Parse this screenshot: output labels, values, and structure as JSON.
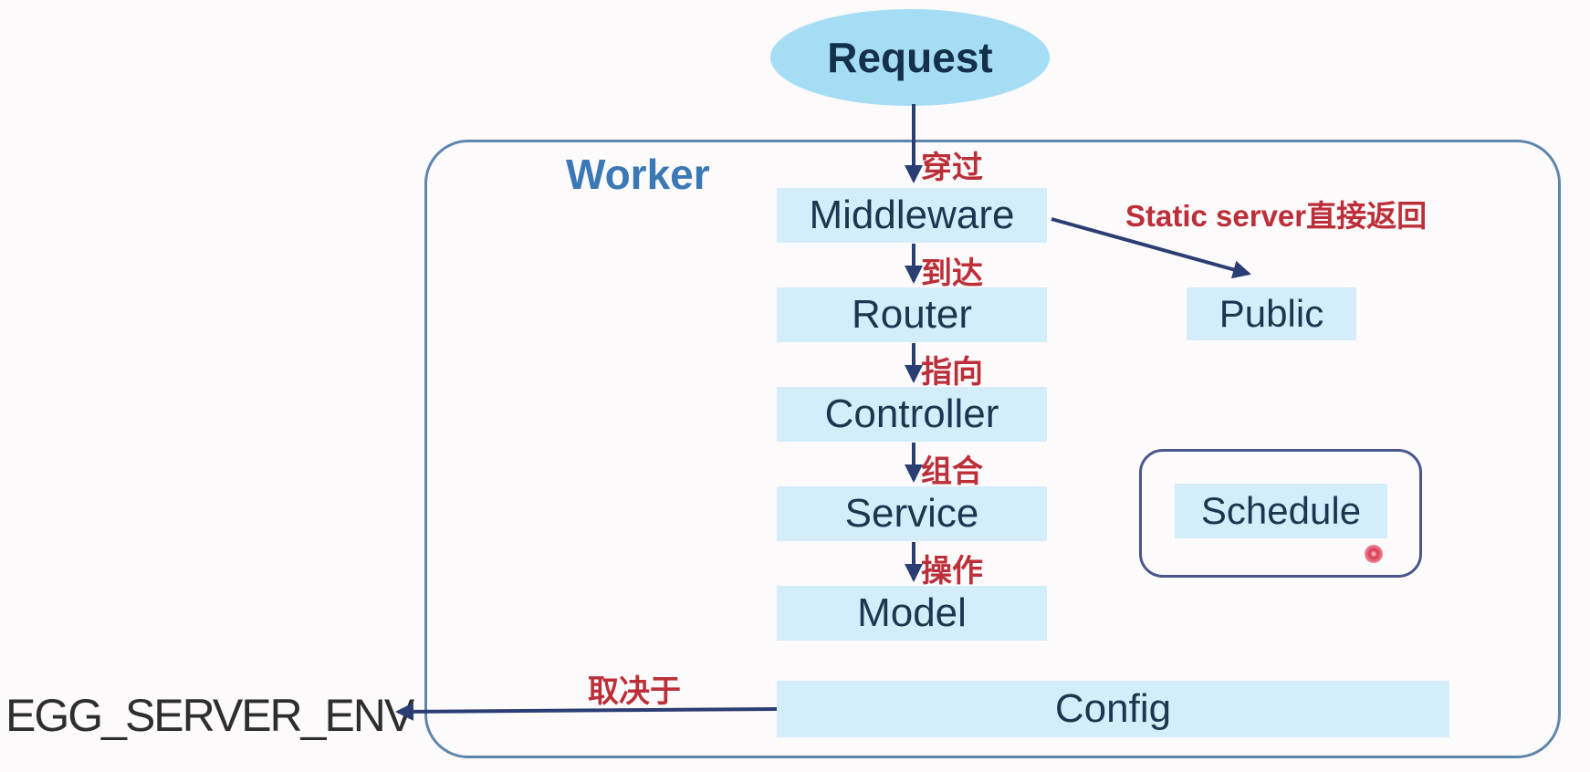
{
  "diagram": {
    "request_label": "Request",
    "worker_label": "Worker",
    "flow": [
      "Middleware",
      "Router",
      "Controller",
      "Service",
      "Model"
    ],
    "edge_labels": {
      "through": "穿过",
      "arrive": "到达",
      "point_to": "指向",
      "compose": "组合",
      "operate": "操作",
      "static_return": "Static server直接返回",
      "depends_on": "取决于"
    },
    "public_label": "Public",
    "schedule_label": "Schedule",
    "config_label": "Config",
    "env_label": "EGG_SERVER_ENV",
    "colors": {
      "node_fill": "#d4edfa",
      "request_fill": "#a5ddf4",
      "worker_border": "#5d86ad",
      "schedule_border": "#49568b",
      "arrow": "#2b3e74",
      "red_label": "#bc2f39",
      "node_text": "#1d3650",
      "worker_text": "#3a78b6",
      "env_text": "#2e2e2e",
      "laser_dot": "#d93a52"
    }
  }
}
